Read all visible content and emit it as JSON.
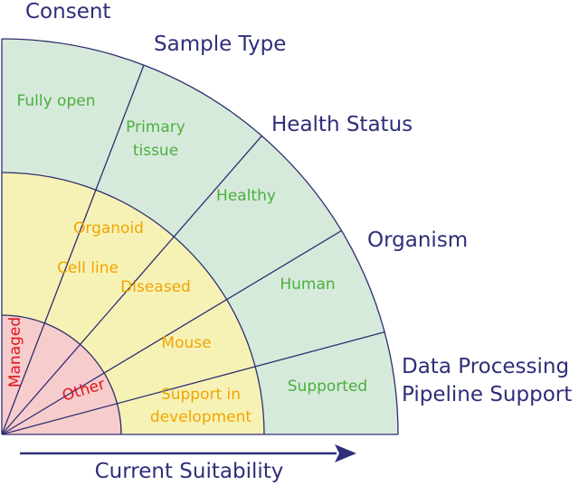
{
  "dimensions": [
    {
      "key": "consent",
      "label": "Consent"
    },
    {
      "key": "sample_type",
      "label": "Sample Type"
    },
    {
      "key": "health_status",
      "label": "Health Status"
    },
    {
      "key": "organism",
      "label": "Organism"
    },
    {
      "key": "pipeline",
      "label": [
        "Data Processing",
        "Pipeline Support"
      ]
    }
  ],
  "zones": {
    "green": {
      "color": "#d6eadb",
      "text_color": "#4caf3e",
      "labels": {
        "consent": "Fully open",
        "sample_type": [
          "Primary",
          "tissue"
        ],
        "health_status": "Healthy",
        "organism": "Human",
        "pipeline": "Supported"
      }
    },
    "yellow": {
      "color": "#f6f2b6",
      "text_color": "#f2a400",
      "labels": {
        "sample_type_a": "Organoid",
        "sample_type_b": "Cell line",
        "health_status": "Diseased",
        "organism": "Mouse",
        "pipeline": [
          "Support in",
          "development"
        ]
      }
    },
    "red": {
      "color": "#f7cccc",
      "text_color": "#e0141e",
      "labels": {
        "consent": "Managed",
        "sample_type": "Other"
      }
    }
  },
  "stroke_color": "#2e2e6e",
  "axis": {
    "title": "Current Suitability",
    "color": "#2e2e7a"
  }
}
